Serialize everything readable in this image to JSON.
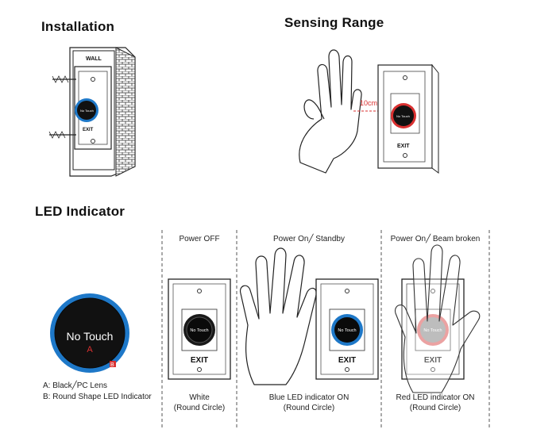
{
  "headings": {
    "installation": "Installation",
    "sensing_range": "Sensing Range",
    "led_indicator": "LED Indicator"
  },
  "installation": {
    "wall_label": "WALL",
    "exit_label": "EXIT"
  },
  "sensing": {
    "distance": "10cm",
    "exit_label": "EXIT"
  },
  "closeup": {
    "lens_text": "No Touch",
    "marker_a": "A",
    "marker_b": "B"
  },
  "legend": {
    "a": "A: Black╱PC Lens",
    "b": "B: Round Shape LED Indicator"
  },
  "panels": [
    {
      "state": "Power OFF",
      "button_text": "No Touch",
      "exit": "EXIT",
      "caption_line1": "White",
      "caption_line2": "(Round Circle)",
      "ring_color": "#1a1a1a"
    },
    {
      "state": "Power On╱ Standby",
      "button_text": "No Touch",
      "exit": "EXIT",
      "caption_line1": "Blue LED indicator ON",
      "caption_line2": "(Round Circle)",
      "ring_color": "#1e78c8"
    },
    {
      "state": "Power On╱ Beam broken",
      "button_text": "No Touch",
      "exit": "EXIT",
      "caption_line1": "Red LED indicator ON",
      "caption_line2": "(Round Circle)",
      "ring_color": "#d93030"
    }
  ]
}
